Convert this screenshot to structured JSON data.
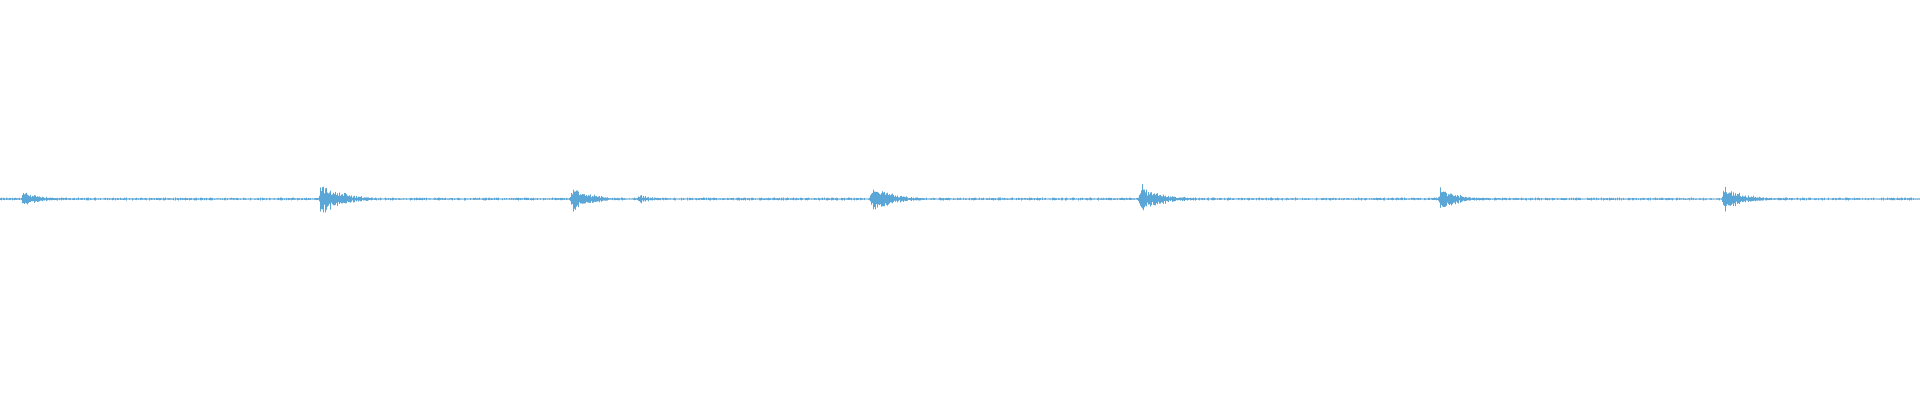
{
  "waveform": {
    "color": "#5aa6d6",
    "background": "#ffffff",
    "baseline_amplitude": 0.008,
    "bursts": [
      {
        "position": 0.012,
        "amplitude": 0.045,
        "decay": 0.01
      },
      {
        "position": 0.167,
        "amplitude": 0.095,
        "decay": 0.012
      },
      {
        "position": 0.298,
        "amplitude": 0.075,
        "decay": 0.01
      },
      {
        "position": 0.333,
        "amplitude": 0.03,
        "decay": 0.006
      },
      {
        "position": 0.454,
        "amplitude": 0.08,
        "decay": 0.011
      },
      {
        "position": 0.594,
        "amplitude": 0.085,
        "decay": 0.011
      },
      {
        "position": 0.75,
        "amplitude": 0.065,
        "decay": 0.01
      },
      {
        "position": 0.898,
        "amplitude": 0.075,
        "decay": 0.01
      }
    ]
  }
}
